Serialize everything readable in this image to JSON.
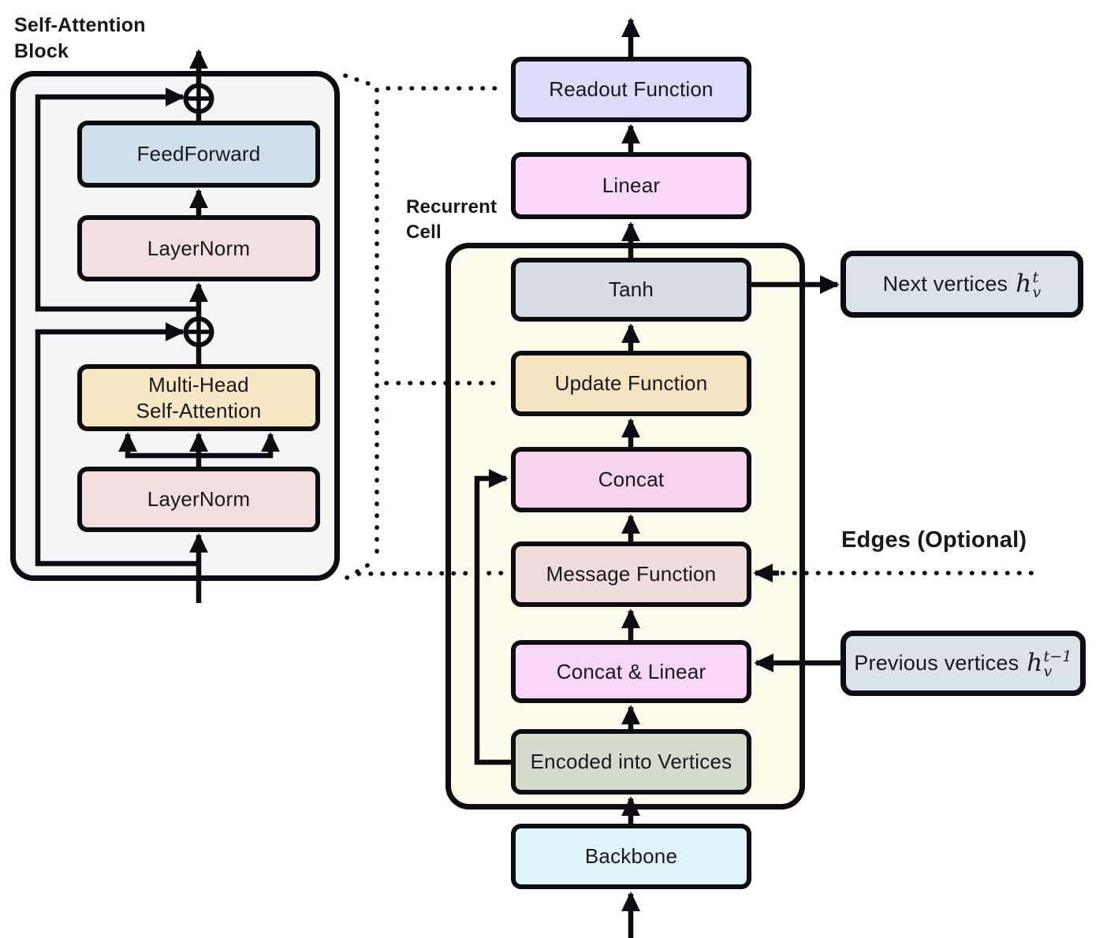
{
  "titles": {
    "sa_line1": "Self-Attention",
    "sa_line2": "Block",
    "rc_line1": "Recurrent",
    "rc_line2": "Cell",
    "edges": "Edges (Optional)"
  },
  "sa_block": {
    "feedforward": "FeedForward",
    "layernorm_top": "LayerNorm",
    "mhsa_line1": "Multi-Head",
    "mhsa_line2": "Self-Attention",
    "layernorm_bottom": "LayerNorm"
  },
  "pipeline": {
    "readout": "Readout Function",
    "linear": "Linear",
    "tanh": "Tanh",
    "update": "Update Function",
    "concat": "Concat",
    "message": "Message Function",
    "concat_linear": "Concat & Linear",
    "encoded": "Encoded into Vertices",
    "backbone": "Backbone"
  },
  "side": {
    "next_text": "Next vertices",
    "next_base": "h",
    "next_sub": "v",
    "next_sup": "t",
    "prev_text": "Previous vertices",
    "prev_base": "h",
    "prev_sub": "v",
    "prev_sup": "t−1"
  },
  "colors": {
    "feedforward": "#cfe0ea",
    "layernorm_top": "#f2dfdf",
    "mhsa": "#f7e7c4",
    "layernorm_bottom": "#f1dedd",
    "readout": "#dcdcf8",
    "linear": "#f9d8f9",
    "tanh": "#d5dfe3",
    "update": "#f5e3c0",
    "concat": "#f8d3ec",
    "message": "#eeddda",
    "concat_linear": "#f7d5f6",
    "encoded": "#d4dccd",
    "backbone": "#def4f9",
    "vertices_box": "#dae3ea",
    "sa_block_bg": "#f6f5f6",
    "cell_bg": "#fdfcec",
    "line": "#0c0c12"
  }
}
